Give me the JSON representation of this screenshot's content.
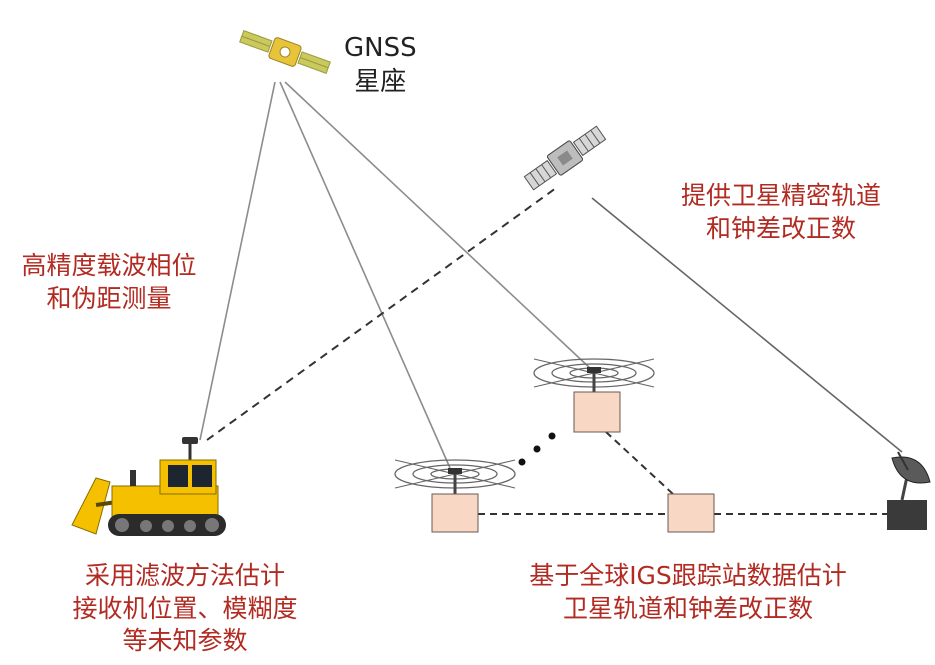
{
  "constellation": {
    "name": "GNSS",
    "subtitle": "星座"
  },
  "labels": {
    "measure": [
      "高精度载波相位",
      "和伪距测量"
    ],
    "provide": [
      "提供卫星精密轨道",
      "和钟差改正数"
    ],
    "receiver": [
      "采用滤波方法估计",
      "接收机位置、模糊度",
      "等未知参数"
    ],
    "network": [
      "基于全球IGS跟踪站数据估计",
      "卫星轨道和钟差改正数"
    ]
  },
  "colors": {
    "label_text": "#b22b22",
    "title_text": "#222222",
    "line": "#8c8c8c",
    "dashed": "#333333",
    "station_box": "#f8d7c4",
    "bulldozer": "#f5c000",
    "satellite_body": "#e8c43a",
    "solar_panel": "#c9c95e"
  },
  "icons": [
    "gnss-satellite-icon",
    "relay-satellite-icon",
    "bulldozer-receiver-icon",
    "igs-station-icon",
    "satellite-dish-icon"
  ]
}
